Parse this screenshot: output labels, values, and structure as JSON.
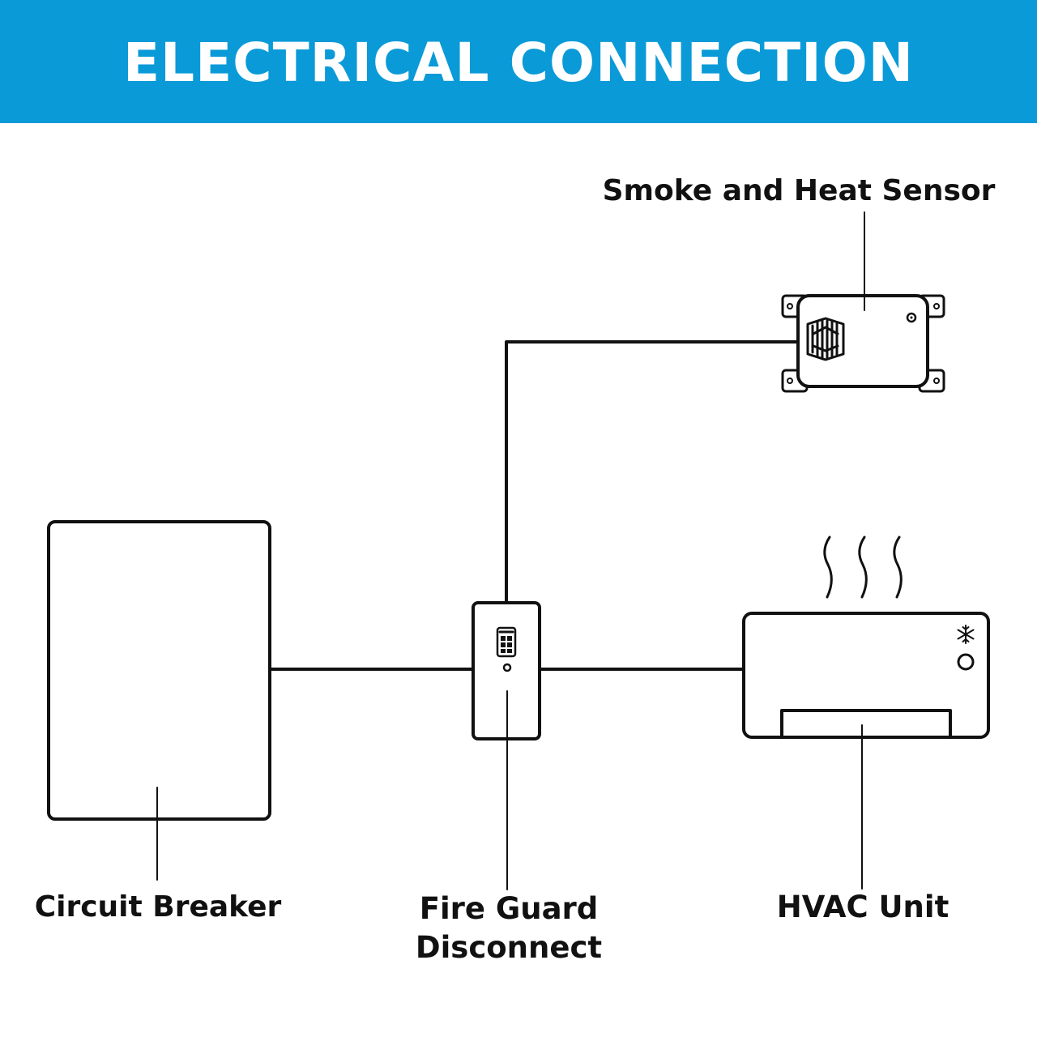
{
  "header": {
    "title": "ELECTRICAL CONNECTION",
    "background_color": "#0a9ad8",
    "text_color": "#ffffff"
  },
  "diagram": {
    "line_color": "#111111",
    "components": {
      "smoke_sensor": {
        "label": "Smoke and Heat Sensor",
        "icon": "smoke-heat-sensor-icon"
      },
      "circuit_breaker": {
        "label": "Circuit Breaker",
        "icon": "circuit-breaker-panel-icon"
      },
      "fire_guard": {
        "label_line1": "Fire Guard",
        "label_line2": "Disconnect",
        "icon": "disconnect-switch-icon"
      },
      "hvac_unit": {
        "label": "HVAC Unit",
        "icon": "hvac-unit-icon",
        "indicator_icon": "snowflake-icon",
        "heat_icon": "heat-waves-icon"
      }
    },
    "connections": [
      {
        "from": "circuit_breaker",
        "to": "fire_guard"
      },
      {
        "from": "fire_guard",
        "to": "hvac_unit"
      },
      {
        "from": "fire_guard",
        "to": "smoke_sensor"
      }
    ]
  }
}
